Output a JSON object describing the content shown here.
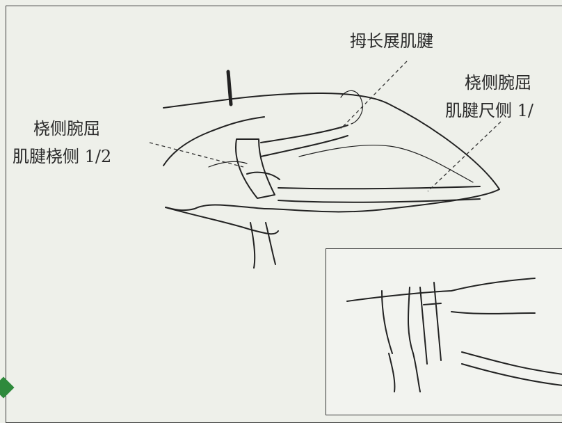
{
  "labels": {
    "apl_tendon": "拇长展肌腱",
    "fcr_ulnar_line1": "桡侧腕屈",
    "fcr_ulnar_line2": "肌腱尺侧 1/",
    "fcr_radial_line1": "桡侧腕屈",
    "fcr_radial_line2": "肌腱桡侧 1/2"
  },
  "colors": {
    "background": "#eef0ea",
    "ink": "#2a2a2a",
    "corner_mark": "#2e8a3c"
  }
}
